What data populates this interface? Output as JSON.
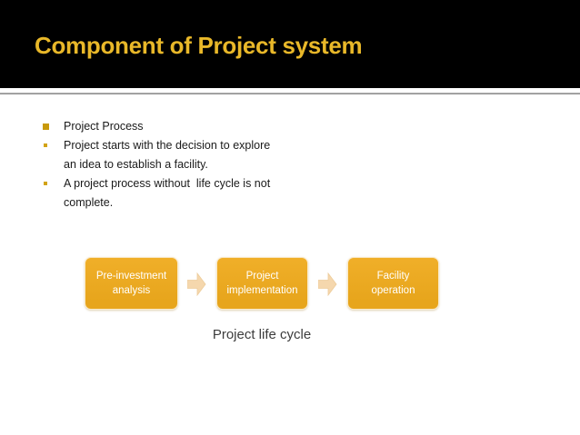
{
  "slide": {
    "title": "Component of Project system"
  },
  "bullets": {
    "items": [
      {
        "level": 1,
        "lines": [
          "Project Process"
        ]
      },
      {
        "level": 2,
        "lines": [
          "Project starts with the decision to explore",
          "an idea to establish a facility."
        ]
      },
      {
        "level": 2,
        "lines": [
          "A project process without  life cycle is not",
          "complete."
        ]
      }
    ]
  },
  "diagram": {
    "boxes": [
      {
        "lines": [
          "Pre-investment",
          "analysis"
        ]
      },
      {
        "lines": [
          "Project",
          "implementation"
        ]
      },
      {
        "lines": [
          "Facility",
          "operation"
        ]
      }
    ],
    "caption": "Project life cycle",
    "colors": {
      "header_background": "#000000",
      "title_gold": "#E9B829",
      "box_fill": "#E9A71F",
      "arrow_fill": "#F5D7AD",
      "bullet_marker": "#C8990B",
      "body_text": "#1A1A1A",
      "caption_text": "#3C3C3C",
      "divider": "#999999"
    }
  }
}
